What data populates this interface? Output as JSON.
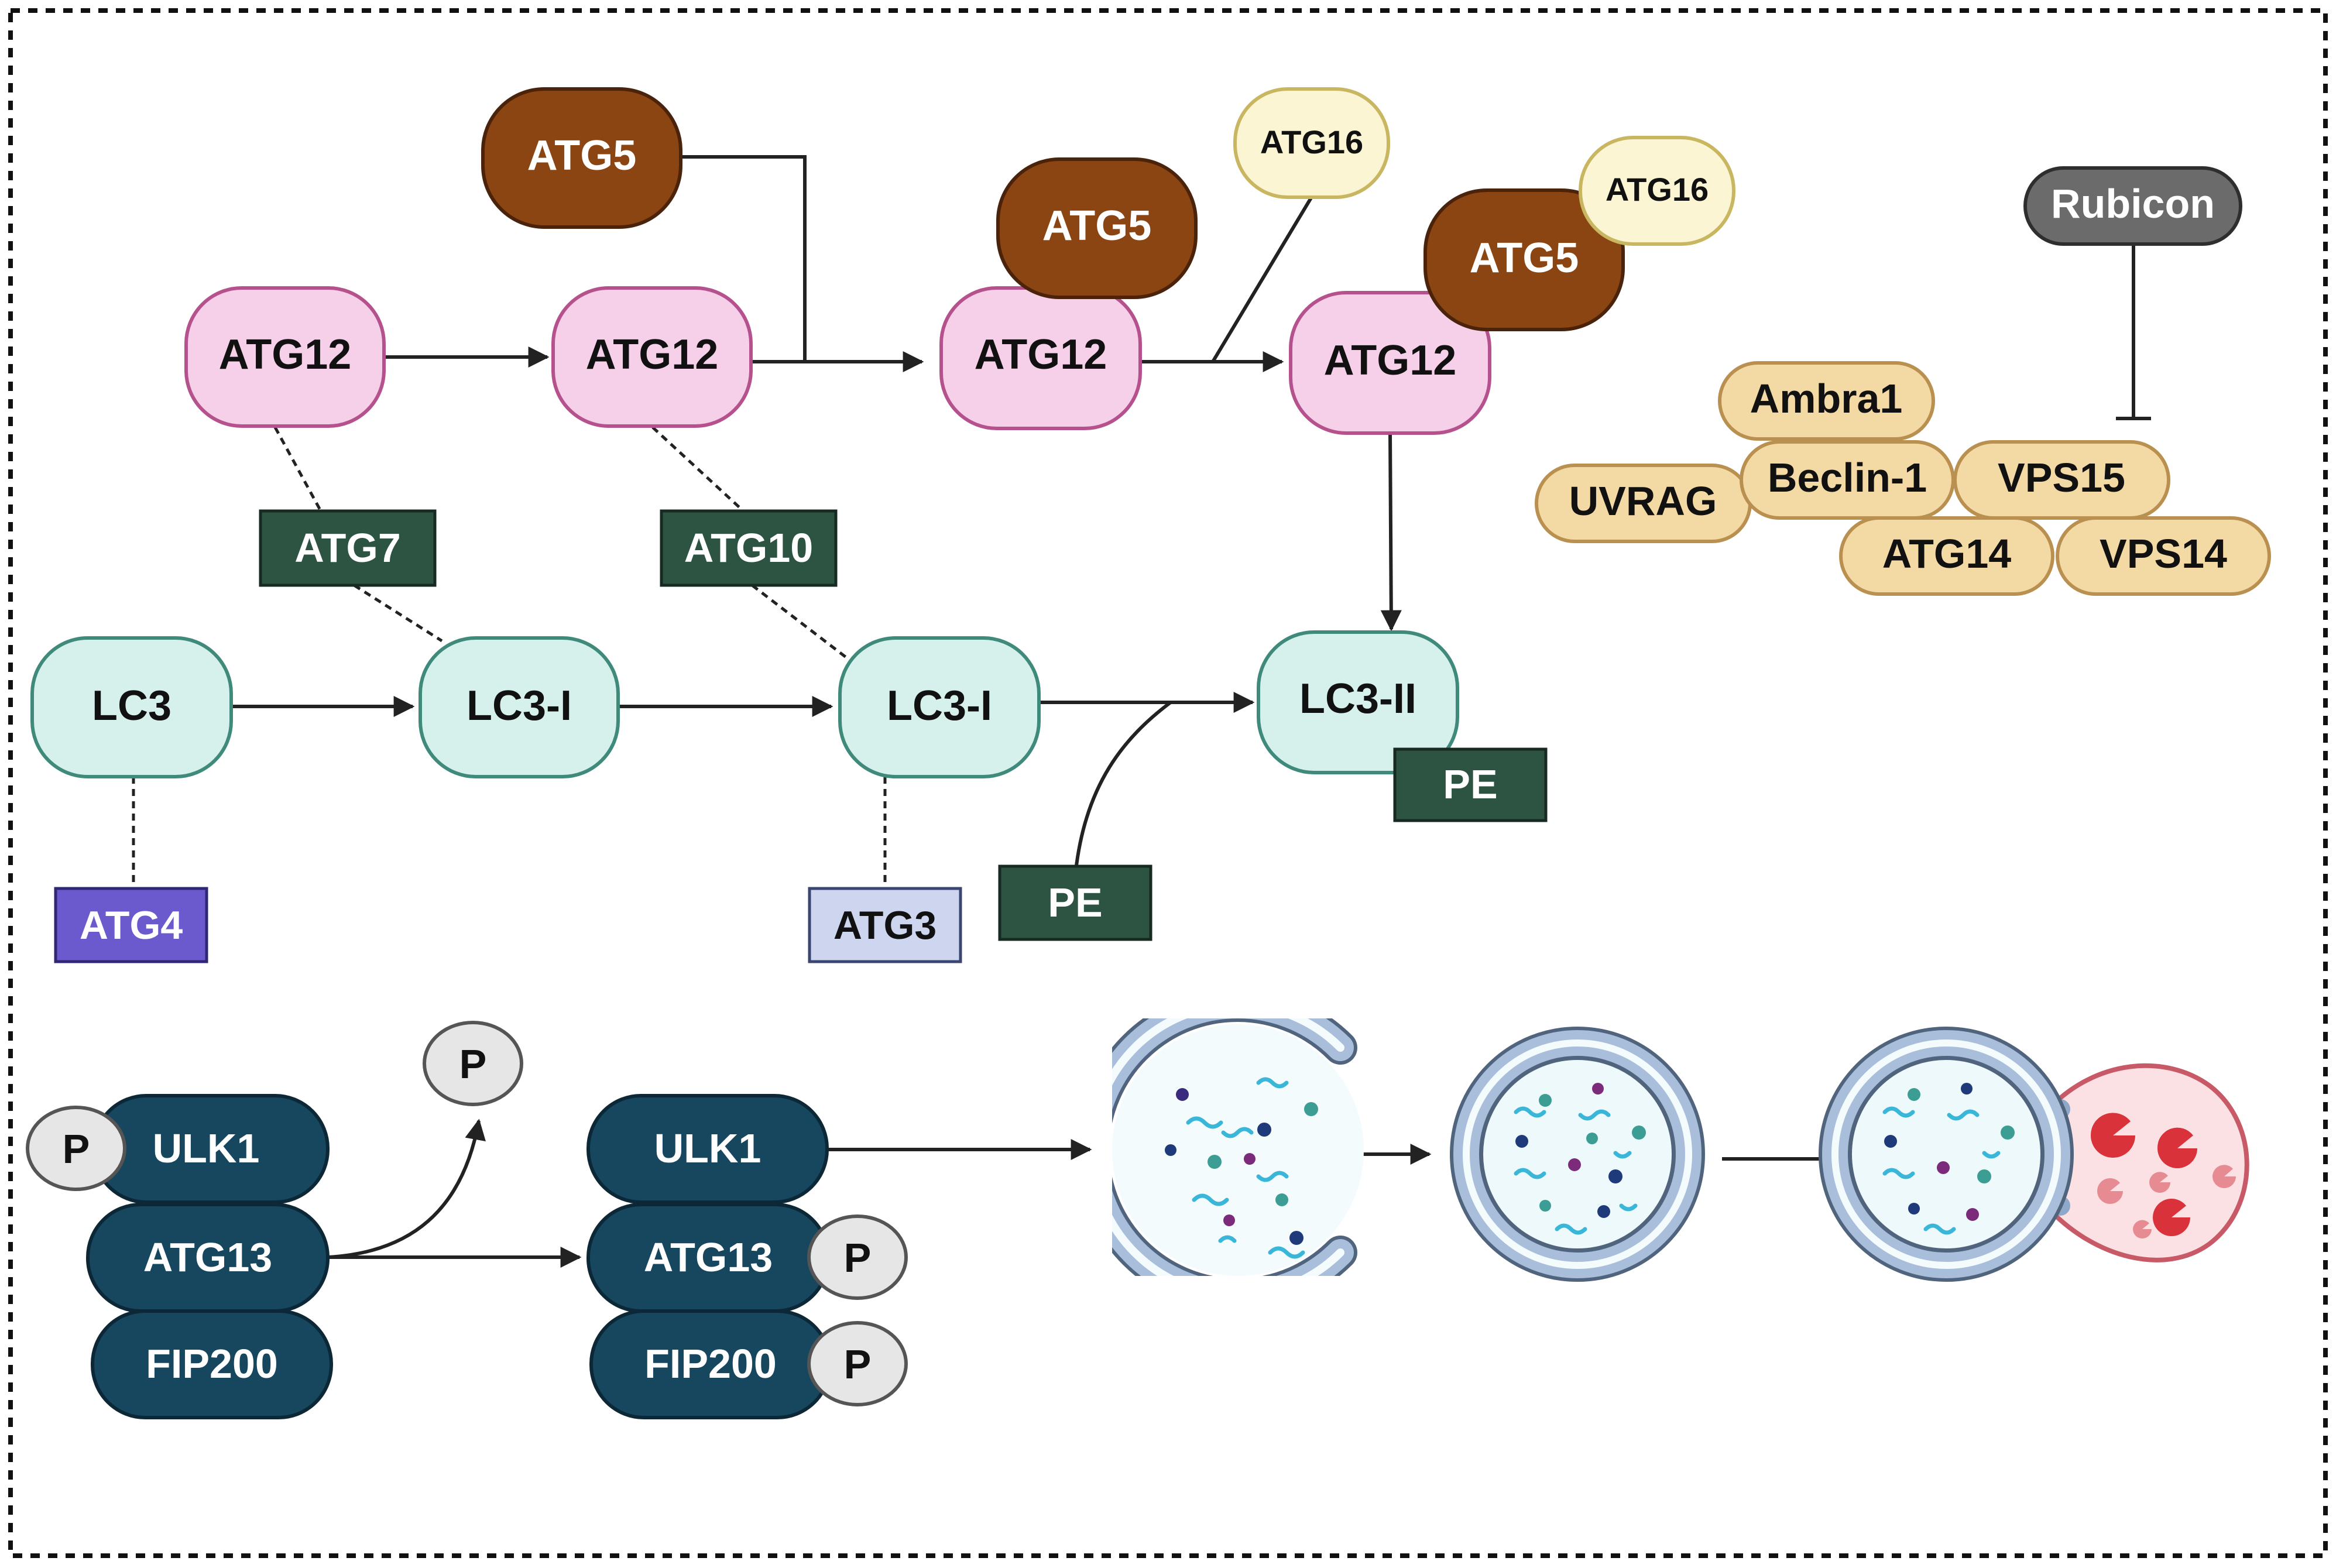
{
  "colors": {
    "atg12_fill": "#f6d0e8",
    "atg12_stroke": "#b5518d",
    "atg5_fill": "#8b4513",
    "atg5_stroke": "#4a230a",
    "atg16_fill": "#fbf5d3",
    "atg16_stroke": "#c8b660",
    "lc3_fill": "#d6f0eb",
    "lc3_stroke": "#3f8a7a",
    "dark_green": "#2d5343",
    "atg4_fill": "#6a5acd",
    "atg3_fill": "#cdd5ef",
    "complex_fill": "#f3d9a4",
    "complex_stroke": "#b99050",
    "rubicon_fill": "#6b6b6b",
    "ulk_fill": "#17465f",
    "p_fill": "#e6e6e6",
    "membrane": "#8fa7c9",
    "lysosome": "#e89aa0",
    "pacman": "#d9323b"
  },
  "nodes": {
    "atg12_1": "ATG12",
    "atg12_2": "ATG12",
    "atg12_3": "ATG12",
    "atg12_4": "ATG12",
    "atg5_top": "ATG5",
    "atg5_complex1": "ATG5",
    "atg5_complex2": "ATG5",
    "atg16_1": "ATG16",
    "atg16_2": "ATG16",
    "atg7": "ATG7",
    "atg10": "ATG10",
    "lc3": "LC3",
    "lc3_i_1": "LC3-I",
    "lc3_i_2": "LC3-I",
    "lc3_ii": "LC3-II",
    "pe_bound": "PE",
    "pe_free": "PE",
    "atg4": "ATG4",
    "atg3": "ATG3",
    "rubicon": "Rubicon",
    "ambra1": "Ambra1",
    "beclin1": "Beclin-1",
    "uvrag": "UVRAG",
    "vps15": "VPS15",
    "atg14": "ATG14",
    "vps14": "VPS14",
    "ulk1_1": "ULK1",
    "atg13_1": "ATG13",
    "fip200_1": "FIP200",
    "ulk1_2": "ULK1",
    "atg13_2": "ATG13",
    "fip200_2": "FIP200",
    "p_ulk1": "P",
    "p_released": "P",
    "p_atg13": "P",
    "p_fip200": "P"
  }
}
